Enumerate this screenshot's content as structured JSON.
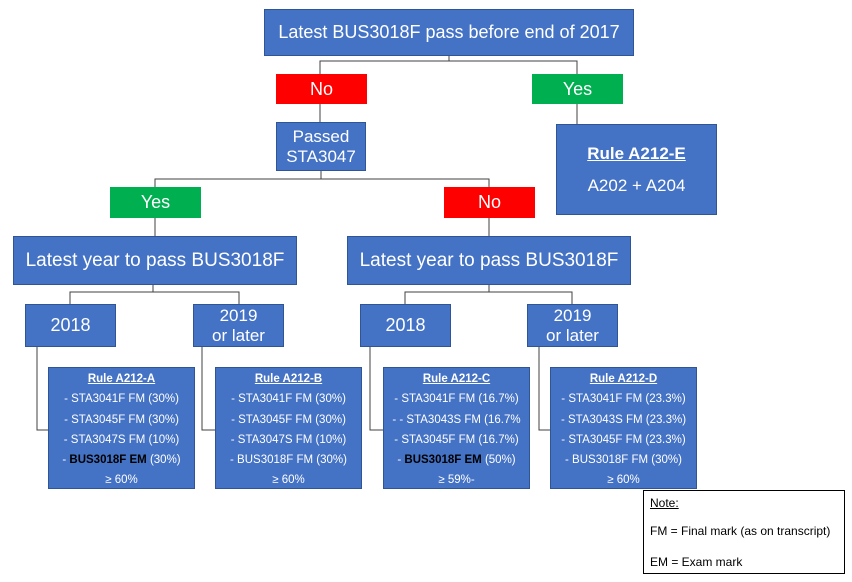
{
  "root": {
    "label": "Latest BUS3018F pass before end of 2017"
  },
  "root_branches": {
    "no": "No",
    "yes": "Yes"
  },
  "rule_e": {
    "title": "Rule A212-E",
    "detail": "A202 + A204"
  },
  "sta3047": {
    "label": "Passed\nSTA3047"
  },
  "sta_branches": {
    "yes": "Yes",
    "no": "No"
  },
  "latest_year": {
    "left": "Latest year to pass BUS3018F",
    "right": "Latest year to pass BUS3018F"
  },
  "year_options": {
    "left_2018": "2018",
    "left_2019": "2019\nor later",
    "right_2018": "2018",
    "right_2019": "2019\nor later"
  },
  "rules": [
    {
      "title": "Rule A212-A",
      "lines": [
        "- STA3041F FM (30%)",
        "- STA3045F FM (30%)",
        "- STA3047S  FM (10%)"
      ],
      "last_prefix": "- ",
      "last_text": "BUS3018F EM",
      "last_suffix": " (30%)",
      "last_bold": true,
      "threshold": "≥ 60%"
    },
    {
      "title": "Rule A212-B",
      "lines": [
        "- STA3041F FM (30%)",
        "- STA3045F FM (30%)",
        "- STA3047S  FM (10%)"
      ],
      "last_prefix": "- ",
      "last_text": "BUS3018F FM",
      "last_suffix": " (30%)",
      "last_bold": false,
      "threshold": "≥ 60%"
    },
    {
      "title": "Rule A212-C",
      "lines": [
        "- STA3041F FM (16.7%)",
        "- - STA3043S FM (16.7%",
        "- STA3045F  FM (16.7%)"
      ],
      "last_prefix": "- ",
      "last_text": "BUS3018F EM",
      "last_suffix": " (50%)",
      "last_bold": true,
      "threshold": "≥ 59%-"
    },
    {
      "title": "Rule A212-D",
      "lines": [
        "- STA3041F FM (23.3%)",
        "- STA3043S FM (23.3%)",
        "- STA3045F  FM (23.3%)"
      ],
      "last_prefix": "- ",
      "last_text": "BUS3018F FM",
      "last_suffix": " (30%)",
      "last_bold": false,
      "threshold": "≥ 60%"
    }
  ],
  "note": {
    "title": "Note:",
    "fm": "FM = Final mark (as on transcript)",
    "em": "EM = Exam mark"
  },
  "colors": {
    "box": "#4472c4",
    "no": "#ff0000",
    "yes": "#00b050",
    "line": "#404040"
  }
}
